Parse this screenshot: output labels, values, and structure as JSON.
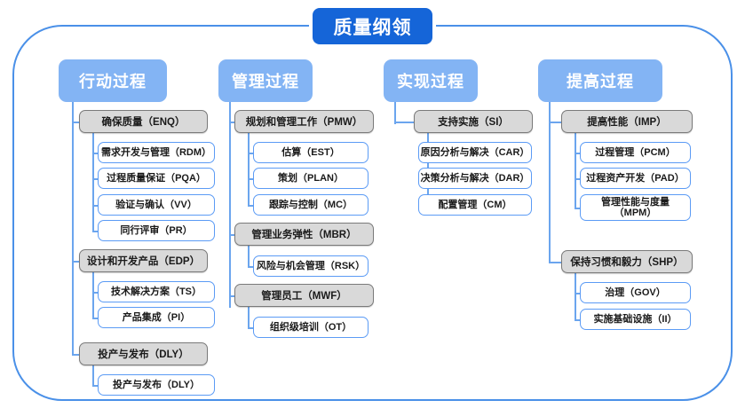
{
  "diagram": {
    "title": "质量纲领",
    "type": "organizational-tree",
    "columns": [
      {
        "header": "行动过程",
        "groups": [
          {
            "label": "确保质量（ENQ）",
            "items": [
              "需求开发与管理（RDM）",
              "过程质量保证（PQA）",
              "验证与确认（VV）",
              "同行评审（PR）"
            ]
          },
          {
            "label": "设计和开发产品（EDP）",
            "items": [
              "技术解决方案（TS）",
              "产品集成（PI）"
            ]
          },
          {
            "label": "投产与发布（DLY）",
            "items": [
              "投产与发布（DLY）"
            ]
          }
        ]
      },
      {
        "header": "管理过程",
        "groups": [
          {
            "label": "规划和管理工作（PMW）",
            "items": [
              "估算（EST）",
              "策划（PLAN）",
              "跟踪与控制（MC）"
            ]
          },
          {
            "label": "管理业务弹性（MBR）",
            "items": [
              "风险与机会管理（RSK）"
            ]
          },
          {
            "label": "管理员工（MWF）",
            "items": [
              "组织级培训（OT）"
            ]
          }
        ]
      },
      {
        "header": "实现过程",
        "groups": [
          {
            "label": "支持实施（SI）",
            "items": [
              "原因分析与解决（CAR）",
              "决策分析与解决（DAR）",
              "配置管理（CM）"
            ]
          }
        ]
      },
      {
        "header": "提高过程",
        "groups": [
          {
            "label": "提高性能（IMP）",
            "items": [
              "过程管理（PCM）",
              "过程资产开发（PAD）",
              "管理性能与度量\n（MPM）"
            ]
          },
          {
            "label": "保持习惯和毅力（SHP）",
            "items": [
              "治理（GOV）",
              "实施基础设施（II）"
            ]
          }
        ]
      }
    ]
  },
  "colors": {
    "title_bg": "#1565D8",
    "header_bg": "#83B4F4",
    "group_bg": "#D9D9D9",
    "group_border": "#7A7A7A",
    "leaf_border": "#5B9BF5",
    "frame_border": "#4A90E8",
    "connector": "#6BA5EE"
  }
}
